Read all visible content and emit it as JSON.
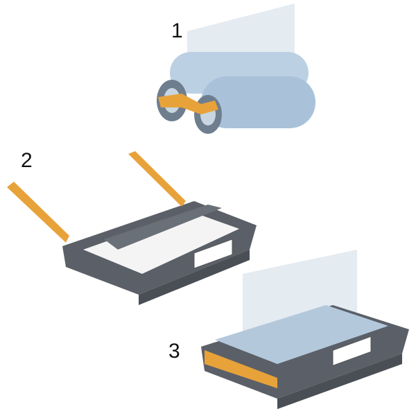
{
  "steps": [
    {
      "number": "1",
      "subject": "film-roll"
    },
    {
      "number": "2",
      "subject": "empty-cartridge"
    },
    {
      "number": "3",
      "subject": "loaded-cartridge"
    }
  ],
  "colors": {
    "film": "#b9cde0",
    "cartridge": "#5b6068",
    "handle": "#e8a23a",
    "label": "#f0b400"
  }
}
